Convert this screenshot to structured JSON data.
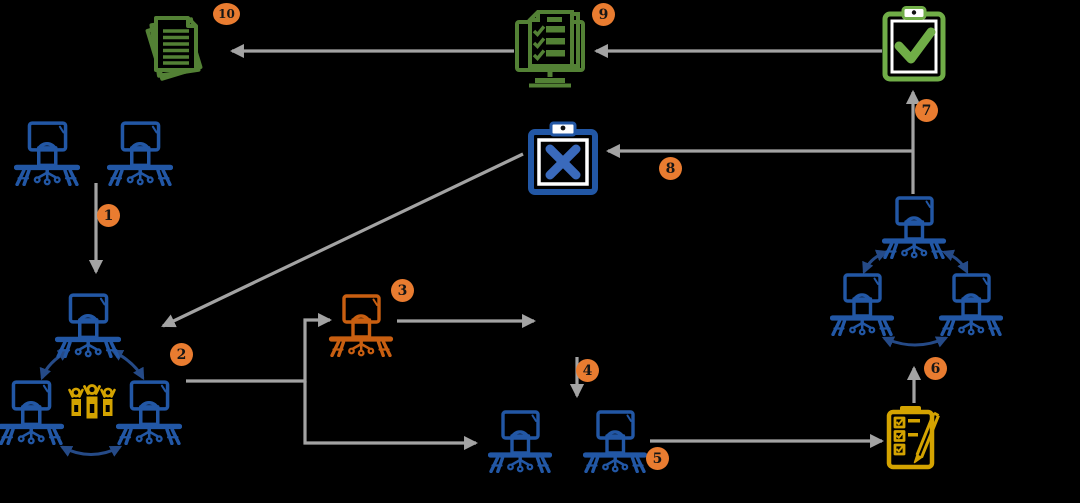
{
  "diagram": {
    "type": "numbered-process-flow-diagram",
    "background": "#000000",
    "badges": [
      {
        "n": "1"
      },
      {
        "n": "2"
      },
      {
        "n": "3"
      },
      {
        "n": "4"
      },
      {
        "n": "5"
      },
      {
        "n": "6"
      },
      {
        "n": "7"
      },
      {
        "n": "8"
      },
      {
        "n": "9"
      },
      {
        "n": "10"
      }
    ],
    "colors": {
      "badge_orange": "#e97c30",
      "desk_blue": "#2257a5",
      "cycle_arrow_navy": "#254a87",
      "solo_desk_orange": "#c95f11",
      "people_gold": "#d4a300",
      "documents_green": "#538135",
      "clipboard_check_green": "#70ad47",
      "clipboard_x_blue": "#3a6abc",
      "clipboard_pencil_gold": "#d4a300",
      "flow_arrow_gray": "#a3a3a3"
    },
    "icons": [
      {
        "name": "person-desk-icon",
        "color_role": "desk_blue",
        "instances": 10
      },
      {
        "name": "person-desk-icon-solo",
        "color_role": "solo_desk_orange",
        "instances": 1
      },
      {
        "name": "people-group-icon",
        "color_role": "people_gold",
        "instances": 1
      },
      {
        "name": "documents-stack-icon",
        "color_role": "documents_green",
        "instances": 1
      },
      {
        "name": "monitor-checklist-icon",
        "color_role": "documents_green",
        "instances": 1
      },
      {
        "name": "clipboard-check-icon",
        "color_role": "clipboard_check_green",
        "instances": 1
      },
      {
        "name": "clipboard-x-icon",
        "color_role": "clipboard_x_blue",
        "instances": 1
      },
      {
        "name": "clipboard-pencil-icon",
        "color_role": "clipboard_pencil_gold",
        "instances": 1
      }
    ]
  }
}
